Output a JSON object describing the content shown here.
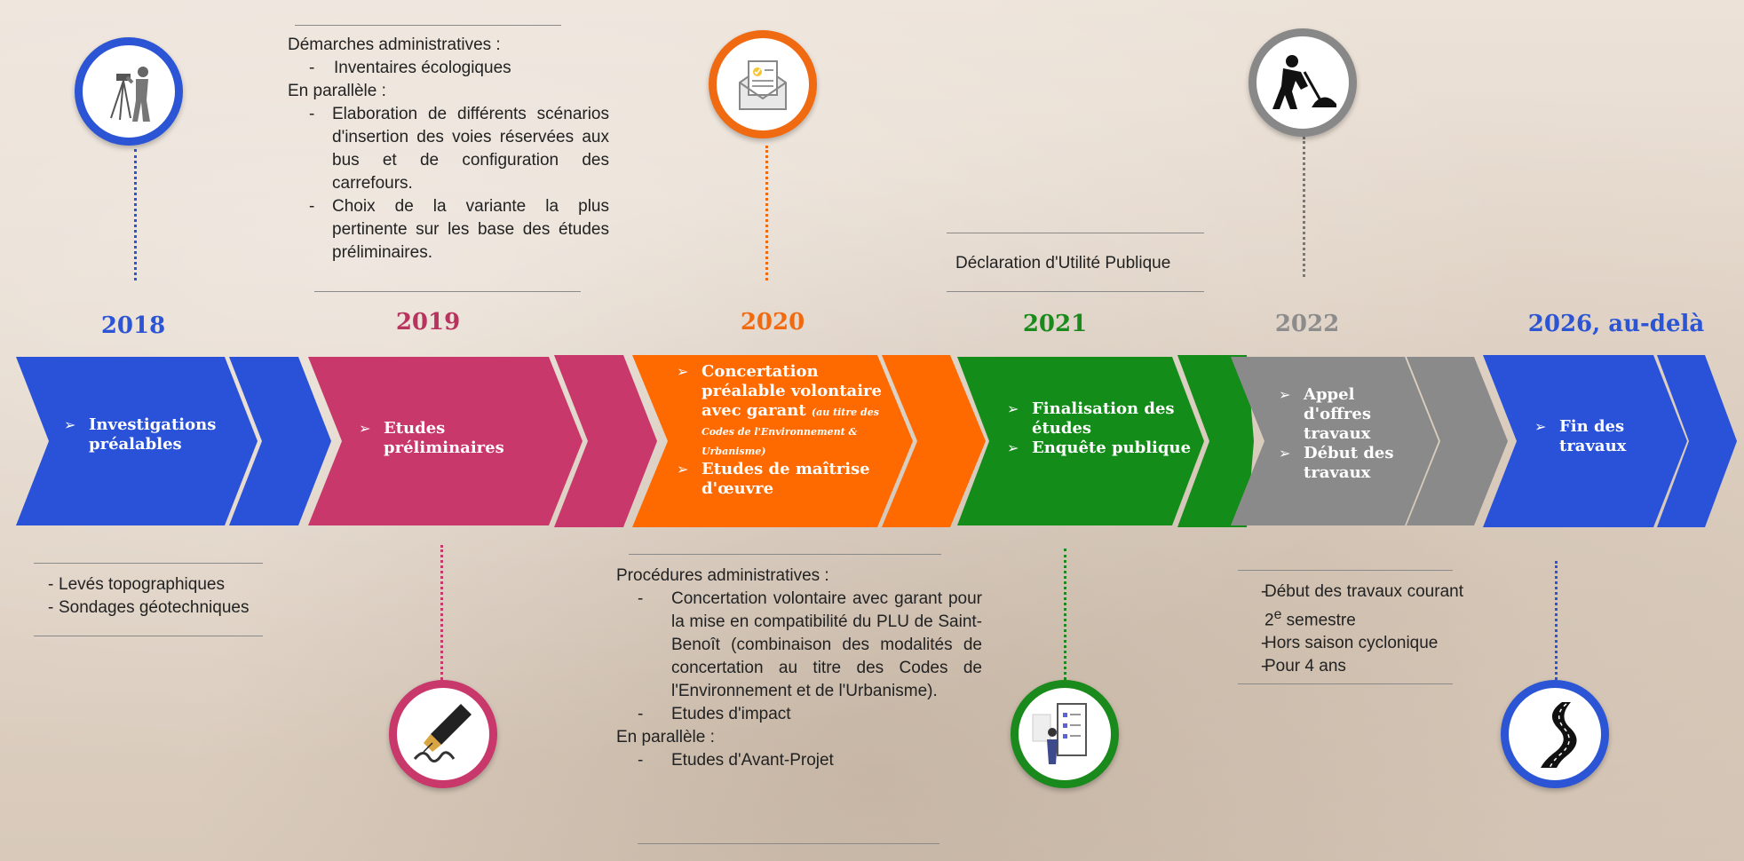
{
  "years": [
    "2018",
    "2019",
    "2020",
    "2021",
    "2022",
    "2026, au-delà"
  ],
  "colors": {
    "blue": "#2952d9",
    "pink": "#c9386b",
    "orange": "#ff6a00",
    "green": "#138c19",
    "grey": "#8a8a8a",
    "year2018": "#2b55d4",
    "year2019": "#b8345f",
    "year2020": "#f06a12",
    "year2021": "#1a8a1c",
    "year2022": "#8c8c8c",
    "year2026": "#2b55d4"
  },
  "stages": {
    "s2018": [
      "Investigations préalables"
    ],
    "s2019": [
      "Etudes préliminaires"
    ],
    "s2020": {
      "item1": "Concertation préalable volontaire avec garant",
      "item1_note": "(au titre des Codes de l'Environnement & Urbanisme)",
      "item2": "Etudes de maîtrise d'œuvre"
    },
    "s2021": [
      "Finalisation des études",
      "Enquête publique"
    ],
    "s2022": [
      "Appel d'offres travaux",
      "Début des travaux"
    ],
    "s2026": [
      "Fin des travaux"
    ]
  },
  "notes": {
    "n2019": {
      "heading": "Démarches administratives :",
      "items": [
        "Inventaires écologiques"
      ],
      "heading2": "En parallèle :",
      "items2": [
        "Elaboration de différents scénarios d'insertion des voies réservées aux bus et de configuration des carrefours.",
        "Choix de la variante la plus pertinente sur les base des études préliminaires."
      ]
    },
    "n2021": "Déclaration d'Utilité Publique",
    "n2018": [
      "Levés topographiques",
      "Sondages géotechniques"
    ],
    "n2020": {
      "heading": "Procédures administratives :",
      "items": [
        "Concertation volontaire avec garant pour la mise en compatibilité du PLU de Saint-Benoît (combinaison des modalités de concertation au titre des Codes de l'Environnement et de l'Urbanisme).",
        "Etudes d'impact"
      ],
      "heading2": "En parallèle :",
      "items2": [
        "Etudes d'Avant-Projet"
      ]
    },
    "n2022": {
      "item1_before": "Début des travaux courant 2",
      "item1_sup": "e",
      "item1_after": " semestre",
      "items": [
        "Hors saison cyclonique",
        "Pour 4 ans"
      ]
    }
  },
  "icons": [
    "surveyor-icon",
    "document-check-icon",
    "road-worker-icon",
    "fountain-pen-icon",
    "presentation-board-icon",
    "winding-road-icon"
  ]
}
